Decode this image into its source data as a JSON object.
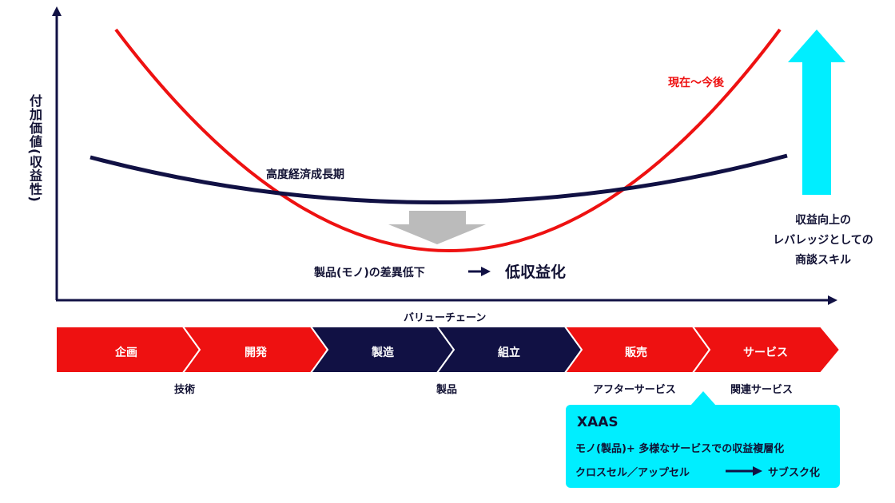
{
  "axes": {
    "y_label": "付加価値(収益性)",
    "x_label": "バリューチェーン"
  },
  "curves": {
    "current": {
      "label": "現在〜今後",
      "color": "#ee1111"
    },
    "growth": {
      "label": "高度経済成長期",
      "color": "#111144"
    }
  },
  "middle": {
    "diff_label": "製品(モノ)の差異低下",
    "result_label": "低収益化",
    "arrow_color": "#bbbbbb"
  },
  "leverage": {
    "lines": [
      "収益向上の",
      "レバレッジとしての",
      "商談スキル"
    ],
    "arrow_color": "#00eeff"
  },
  "stages": [
    {
      "label": "企画",
      "color": "#ee1111"
    },
    {
      "label": "開発",
      "color": "#ee1111"
    },
    {
      "label": "製造",
      "color": "#111144"
    },
    {
      "label": "組立",
      "color": "#111144"
    },
    {
      "label": "販売",
      "color": "#ee1111"
    },
    {
      "label": "サービス",
      "color": "#ee1111"
    }
  ],
  "sub_labels": [
    "技術",
    "製品",
    "アフターサービス",
    "関連サービス"
  ],
  "xaas": {
    "title": "XAAS",
    "line1": "モノ(製品)+ 多様なサービスでの収益複層化",
    "line2": "クロスセル／アップセル",
    "line3": "サブスク化"
  }
}
